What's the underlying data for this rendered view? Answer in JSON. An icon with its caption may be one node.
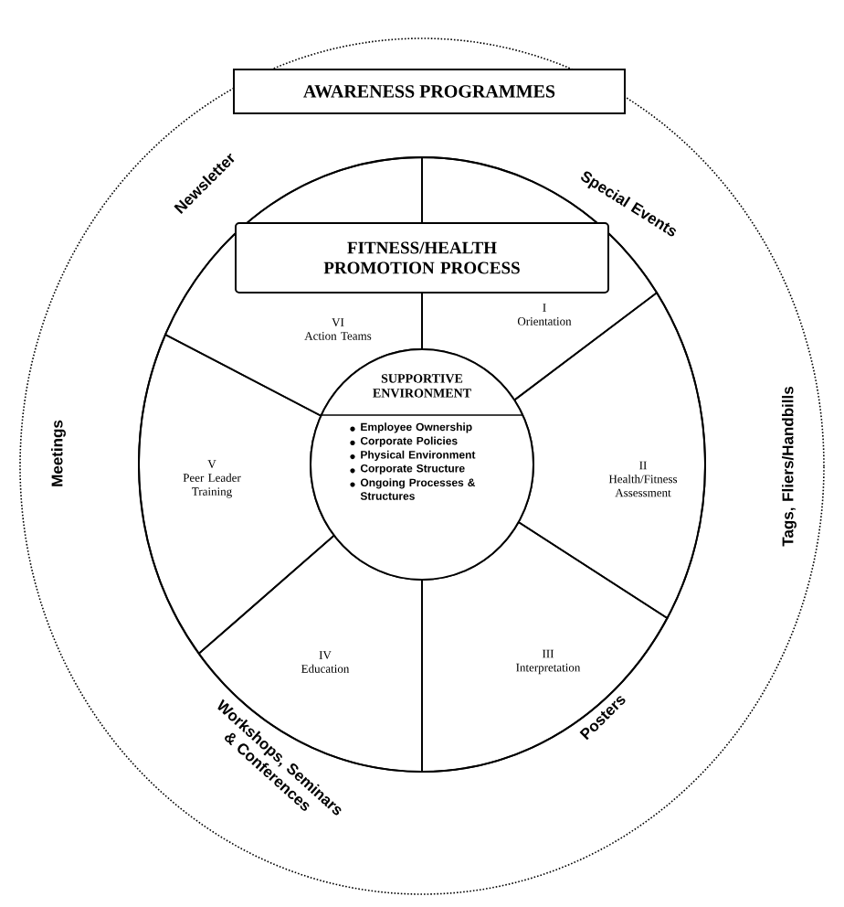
{
  "diagram": {
    "nodes": [
      {
        "text": [
          "AWARENESS PROGRAMMES"
        ]
      },
      {
        "text": [
          "FITNESS/HEALTH PROMOTION PROCESS"
        ]
      },
      {
        "text": [
          "SUPPORTIVE ENVIRONMENT",
          "Employee Ownership",
          "Corporate Policies",
          "Physical Environment",
          "Corporate Structure",
          "Ongoing Processes & Structures"
        ]
      },
      {
        "text": [
          "I",
          "Orientation"
        ]
      },
      {
        "text": [
          "II",
          "Health/Fitness Assessment"
        ]
      },
      {
        "text": [
          "III",
          "Interpretation"
        ]
      },
      {
        "text": [
          "IV",
          "Education"
        ]
      },
      {
        "text": [
          "V",
          "Peer Leader Training"
        ]
      },
      {
        "text": [
          "VI",
          "Action Teams"
        ]
      }
    ],
    "labels": [
      "Newsletter",
      "Special Events",
      "Meetings",
      "Tags, Fliers/Handbills",
      "Workshops, Seminars & Conferences",
      "Posters"
    ]
  }
}
